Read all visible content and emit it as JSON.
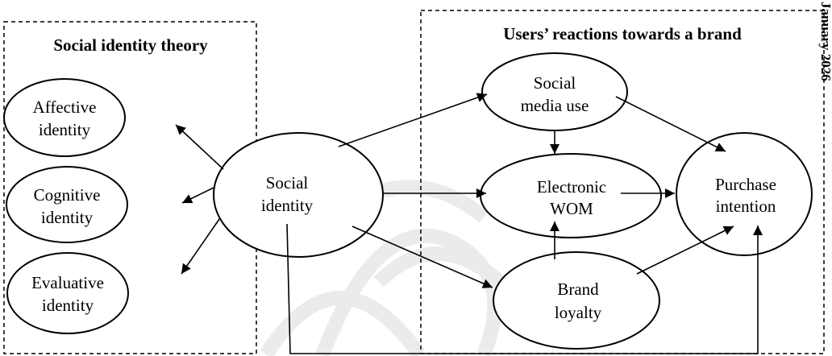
{
  "diagram": {
    "side_label": "January 2026",
    "groups": {
      "left": {
        "title": "Social identity theory"
      },
      "right": {
        "title": "Users’ reactions towards a brand"
      }
    },
    "nodes": {
      "affective": {
        "line1": "Affective",
        "line2": "identity"
      },
      "cognitive": {
        "line1": "Cognitive",
        "line2": "identity"
      },
      "evaluative": {
        "line1": "Evaluative",
        "line2": "identity"
      },
      "social_identity": {
        "line1": "Social",
        "line2": "identity"
      },
      "social_media_use": {
        "line1": "Social",
        "line2": "media use"
      },
      "ewom": {
        "line1": "Electronic",
        "line2": "WOM"
      },
      "brand_loyalty": {
        "line1": "Brand",
        "line2": "loyalty"
      },
      "purchase_intention": {
        "line1": "Purchase",
        "line2": "intention"
      }
    },
    "edges": [
      {
        "from": "Social identity",
        "to": "Affective identity"
      },
      {
        "from": "Social identity",
        "to": "Cognitive identity"
      },
      {
        "from": "Social identity",
        "to": "Evaluative identity"
      },
      {
        "from": "Social identity",
        "to": "Social media use"
      },
      {
        "from": "Social identity",
        "to": "Electronic WOM"
      },
      {
        "from": "Social identity",
        "to": "Brand loyalty"
      },
      {
        "from": "Social identity",
        "to": "Purchase intention"
      },
      {
        "from": "Social media use",
        "to": "Electronic WOM"
      },
      {
        "from": "Social media use",
        "to": "Purchase intention"
      },
      {
        "from": "Electronic WOM",
        "to": "Purchase intention"
      },
      {
        "from": "Brand loyalty",
        "to": "Electronic WOM"
      },
      {
        "from": "Brand loyalty",
        "to": "Purchase intention"
      }
    ],
    "colors": {
      "line": "#000000",
      "background": "#ffffff",
      "watermark": "#d9d9d9"
    }
  }
}
